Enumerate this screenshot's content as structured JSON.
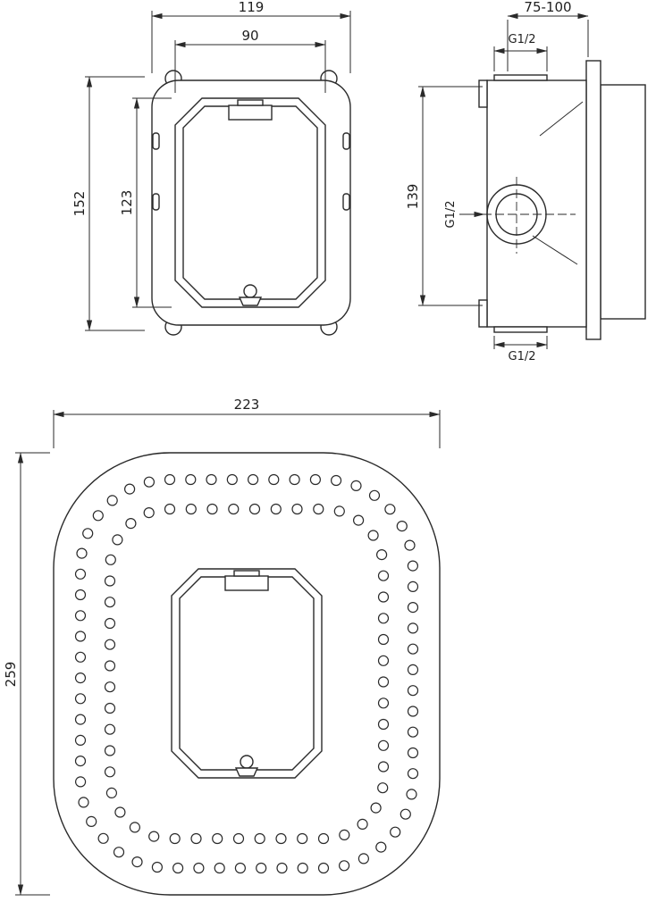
{
  "drawing": {
    "front_view": {
      "overall_width": "119",
      "inner_width": "90",
      "overall_height": "152",
      "inner_height": "123"
    },
    "side_view": {
      "mounting_depth": "75-100",
      "height": "139",
      "thread_top": "G1/2",
      "thread_side": "G1/2",
      "thread_bottom": "G1/2"
    },
    "cover_view": {
      "width": "223",
      "height": "259"
    }
  }
}
